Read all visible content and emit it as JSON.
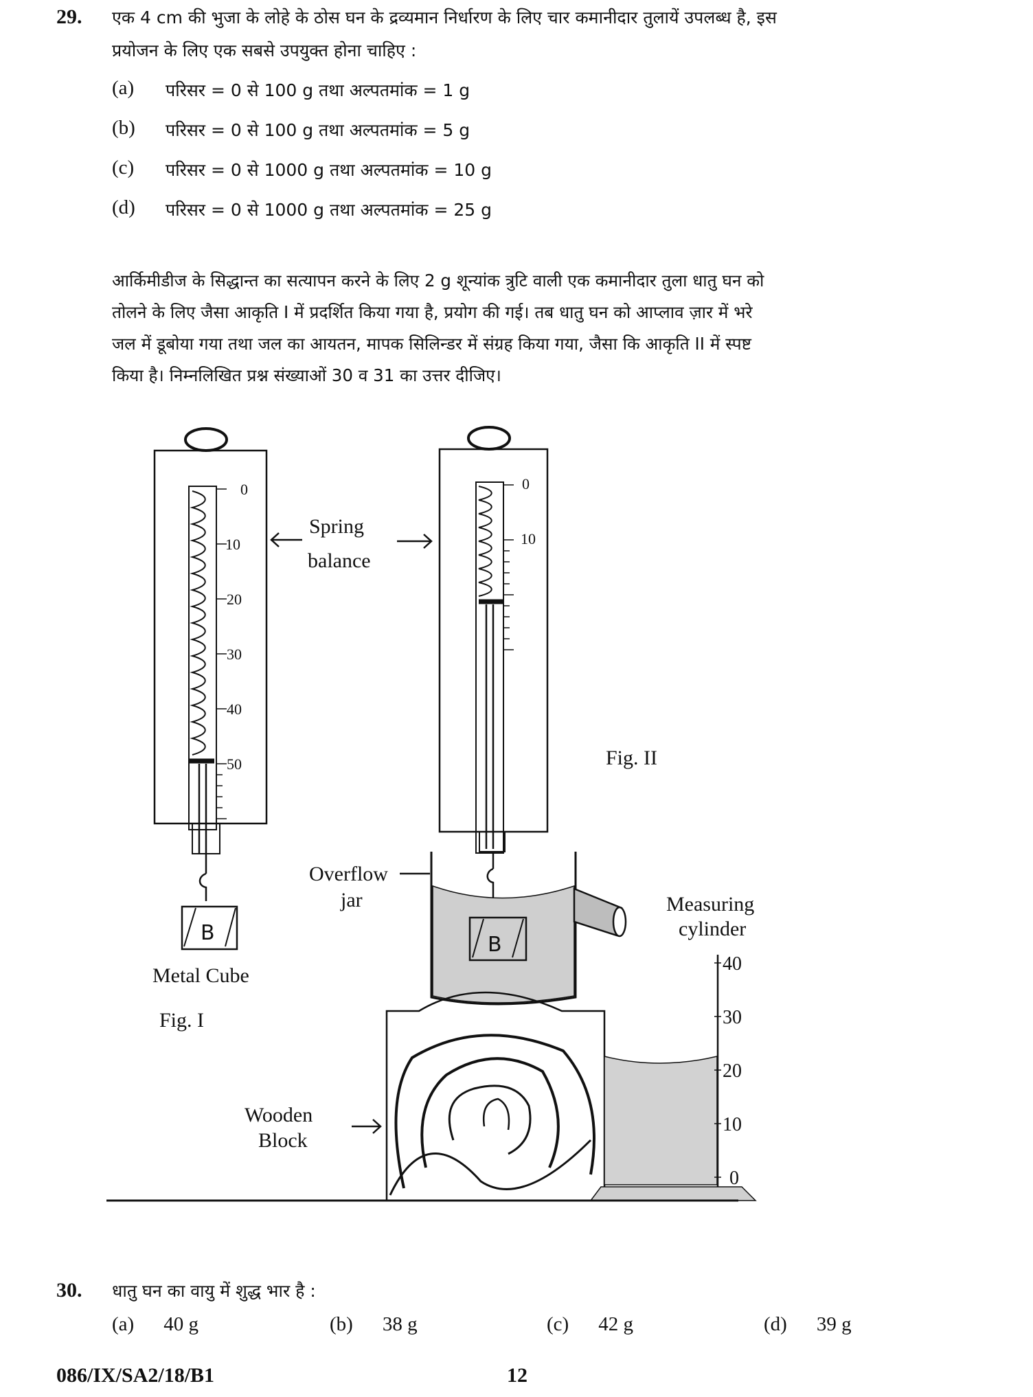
{
  "q29": {
    "number": "29.",
    "text_line1": "एक 4 cm की भुजा के लोहे के ठोस घन के द्रव्यमान निर्धारण के लिए चार कमानीदार तुलायें उपलब्ध है, इस",
    "text_line2": "प्रयोजन के लिए एक सबसे उपयुक्त होना चाहिए :",
    "options": [
      {
        "label": "(a)",
        "text": "परिसर = 0 से 100 g तथा अल्पतमांक = 1 g"
      },
      {
        "label": "(b)",
        "text": "परिसर = 0 से 100 g तथा अल्पतमांक = 5 g"
      },
      {
        "label": "(c)",
        "text": "परिसर = 0 से 1000 g तथा अल्पतमांक = 10 g"
      },
      {
        "label": "(d)",
        "text": "परिसर = 0 से 1000 g तथा अल्पतमांक = 25 g"
      }
    ]
  },
  "passage": {
    "line1": "आर्किमीडीज के सिद्धान्त का सत्यापन करने के लिए 2 g शून्यांक त्रुटि वाली एक कमानीदार तुला धातु घन को",
    "line2": "तोलने के लिए जैसा आकृति I में प्रदर्शित किया गया है, प्रयोग की गई। तब धातु घन को आप्लाव ज़ार में भरे",
    "line3": "जल में डूबोया गया तथा जल का आयतन, मापक सिलिन्डर में संग्रह किया गया, जैसा कि आकृति II में स्पष्ट",
    "line4": "किया है। निम्नलिखित प्रश्न संख्याओं 30 व 31 का उत्तर दीजिए।"
  },
  "figure": {
    "spring_label_1": "Spring",
    "spring_label_2": "balance",
    "fig1_scale": [
      "0",
      "10",
      "20",
      "30",
      "40",
      "50"
    ],
    "fig2_scale": [
      "0",
      "10"
    ],
    "cube_letter": "B",
    "metal_cube": "Metal Cube",
    "fig1": "Fig. I",
    "fig2": "Fig. II",
    "overflow_1": "Overflow",
    "overflow_2": "jar",
    "measuring_1": "Measuring",
    "measuring_2": "cylinder",
    "cyl_scale": [
      "40",
      "30",
      "20",
      "10",
      "0"
    ],
    "wooden_1": "Wooden",
    "wooden_2": "Block"
  },
  "q30": {
    "number": "30.",
    "text": "धातु घन का वायु में शुद्ध भार है :",
    "options": [
      {
        "label": "(a)",
        "text": "40 g"
      },
      {
        "label": "(b)",
        "text": "38 g"
      },
      {
        "label": "(c)",
        "text": "42 g"
      },
      {
        "label": "(d)",
        "text": "39 g"
      }
    ]
  },
  "footer": {
    "code": "086/IX/SA2/18/B1",
    "page": "12"
  }
}
